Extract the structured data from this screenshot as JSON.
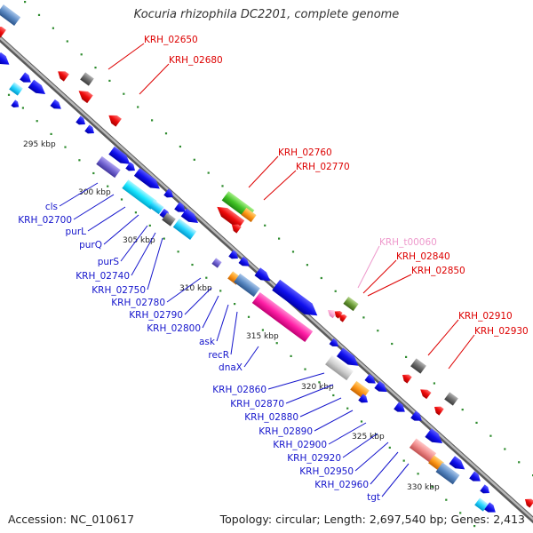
{
  "title": "Kocuria rhizophila DC2201, complete genome",
  "footer": {
    "accession": "Accession: NC_010617",
    "topology": "Topology: circular; Length: 2,697,540 bp; Genes: 2,413"
  },
  "colors": {
    "axis": "#8c8c8c",
    "tick_dots": "#2e8b2e",
    "reverse_labels": "#dd0000",
    "forward_labels": "#1515cc",
    "rna_label": "#ee99cc",
    "forward_gene": "#0000ee",
    "reverse_gene": "#ee0000"
  },
  "scale_ticks": [
    "295 kbp",
    "300 kbp",
    "305 kbp",
    "310 kbp",
    "315 kbp",
    "320 kbp",
    "325 kbp",
    "330 kbp"
  ],
  "reverse_strand_labels": [
    "KRH_02650",
    "KRH_02680",
    "KRH_02760",
    "KRH_02770",
    "KRH_t00060",
    "KRH_02840",
    "KRH_02850",
    "KRH_02910",
    "KRH_02930"
  ],
  "forward_strand_labels": [
    "cls",
    "KRH_02700",
    "purL",
    "purQ",
    "purS",
    "KRH_02740",
    "KRH_02750",
    "KRH_02780",
    "KRH_02790",
    "KRH_02800",
    "ask",
    "recR",
    "dnaX",
    "KRH_02860",
    "KRH_02870",
    "KRH_02880",
    "KRH_02890",
    "KRH_02900",
    "KRH_02920",
    "KRH_02950",
    "KRH_02960",
    "tgt"
  ]
}
